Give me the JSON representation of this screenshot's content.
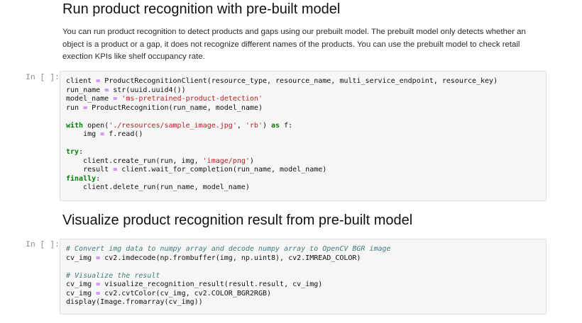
{
  "section1": {
    "heading": "Run product recognition with pre-built model",
    "paragraph": "You can run product recognition to detect products and gaps using our prebuilt model. The prebuilt model only detects whether an object is a product or a gap, it does not recognize different names of the products. You can use the prebuilt model to check retail exection KPIs like shelf occupancy rate.",
    "prompt": "In [ ]:"
  },
  "section2": {
    "heading": "Visualize product recognition result from pre-built model",
    "prompt": "In [ ]:"
  },
  "colors": {
    "keyword": "#008000",
    "string": "#ba2121",
    "operator": "#aa22ff",
    "comment": "#3d7b7b",
    "cell_bg": "#f6f6f6"
  }
}
